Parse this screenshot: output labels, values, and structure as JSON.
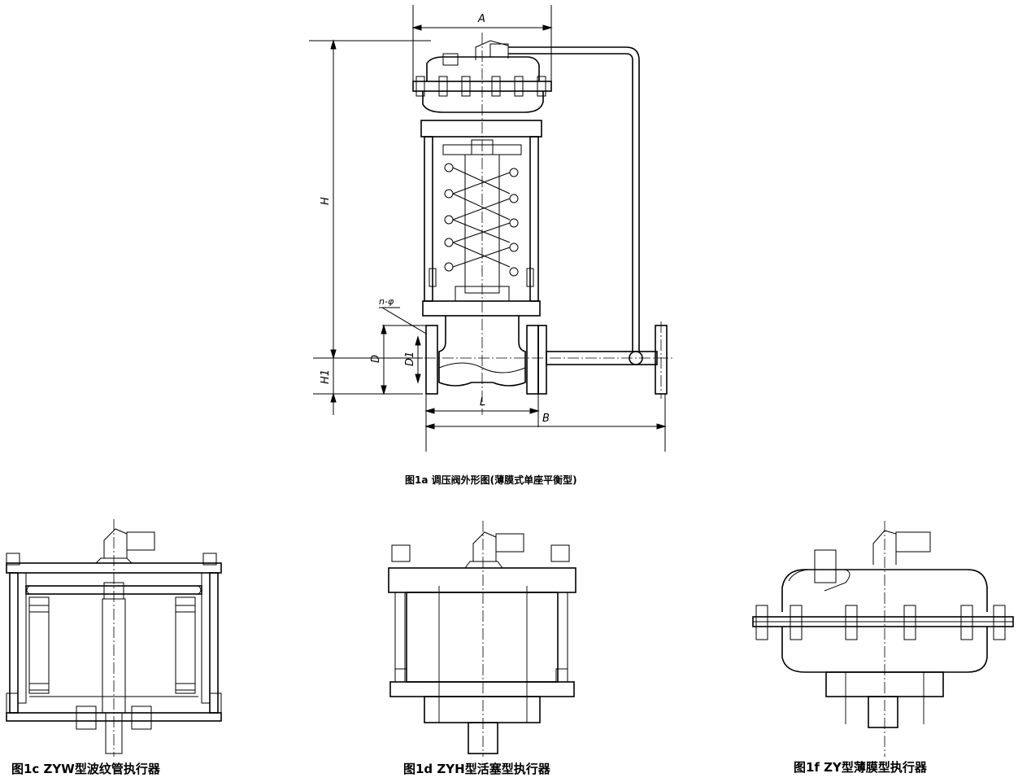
{
  "dimensions": {
    "A": "A",
    "H": "H",
    "H1": "H1",
    "D": "D",
    "D1": "D1",
    "L": "L",
    "B": "B",
    "n_phi": "n-φ"
  },
  "captions": {
    "fig1a": "图1a 调压阀外形图(薄膜式单座平衡型)",
    "fig1c": "图1c ZYW型波纹管执行器",
    "fig1d": "图1d ZYH型活塞型执行器",
    "fig1f": "图1f ZY型薄膜型执行器"
  }
}
